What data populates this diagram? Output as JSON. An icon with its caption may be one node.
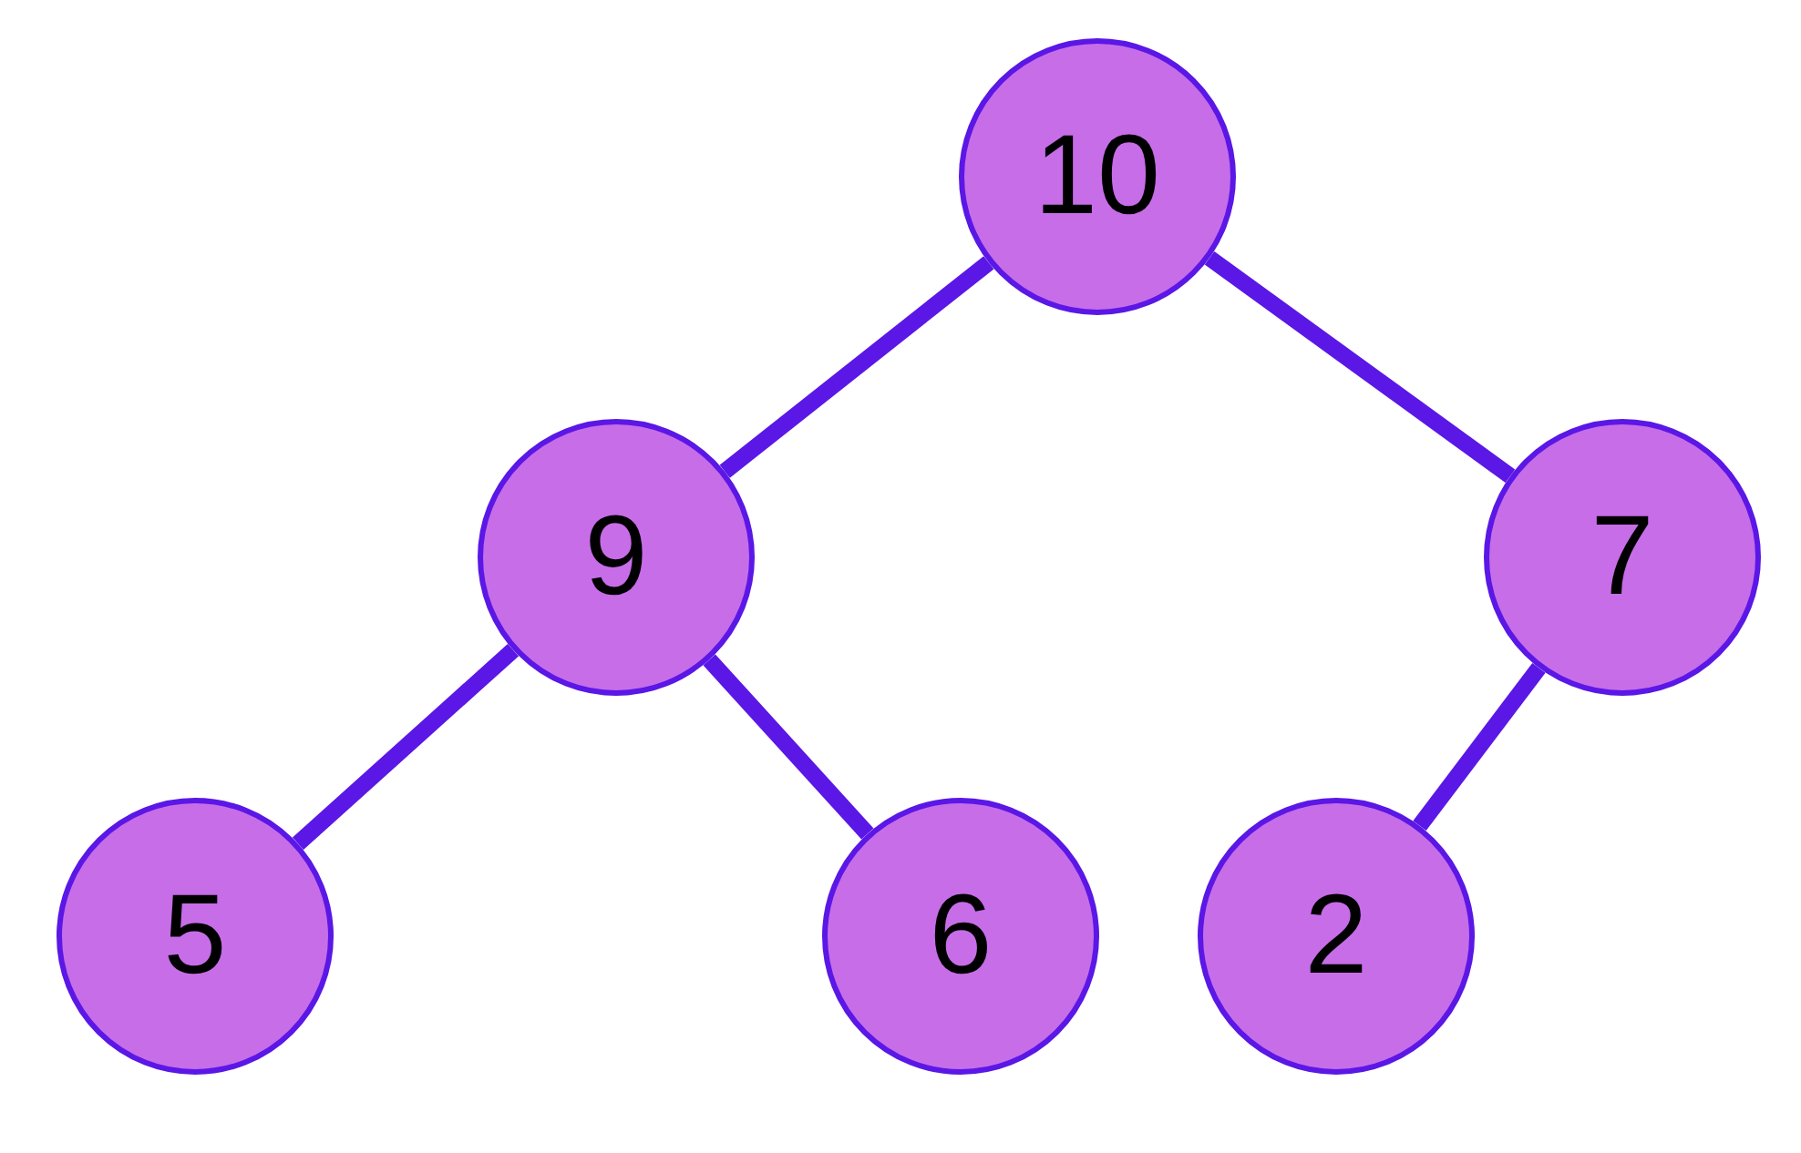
{
  "diagram": {
    "nodes": [
      {
        "text": [
          "10"
        ]
      },
      {
        "text": [
          "9"
        ]
      },
      {
        "text": [
          "7"
        ]
      },
      {
        "text": [
          "5"
        ]
      },
      {
        "text": [
          "6"
        ]
      },
      {
        "text": [
          "2"
        ]
      }
    ],
    "edges": [
      {
        "from": 0,
        "to": 1,
        "arrow": "none"
      },
      {
        "from": 0,
        "to": 2,
        "arrow": "none"
      },
      {
        "from": 1,
        "to": 3,
        "arrow": "none"
      },
      {
        "from": 1,
        "to": 4,
        "arrow": "none"
      },
      {
        "from": 2,
        "to": 5,
        "arrow": "none"
      }
    ]
  }
}
